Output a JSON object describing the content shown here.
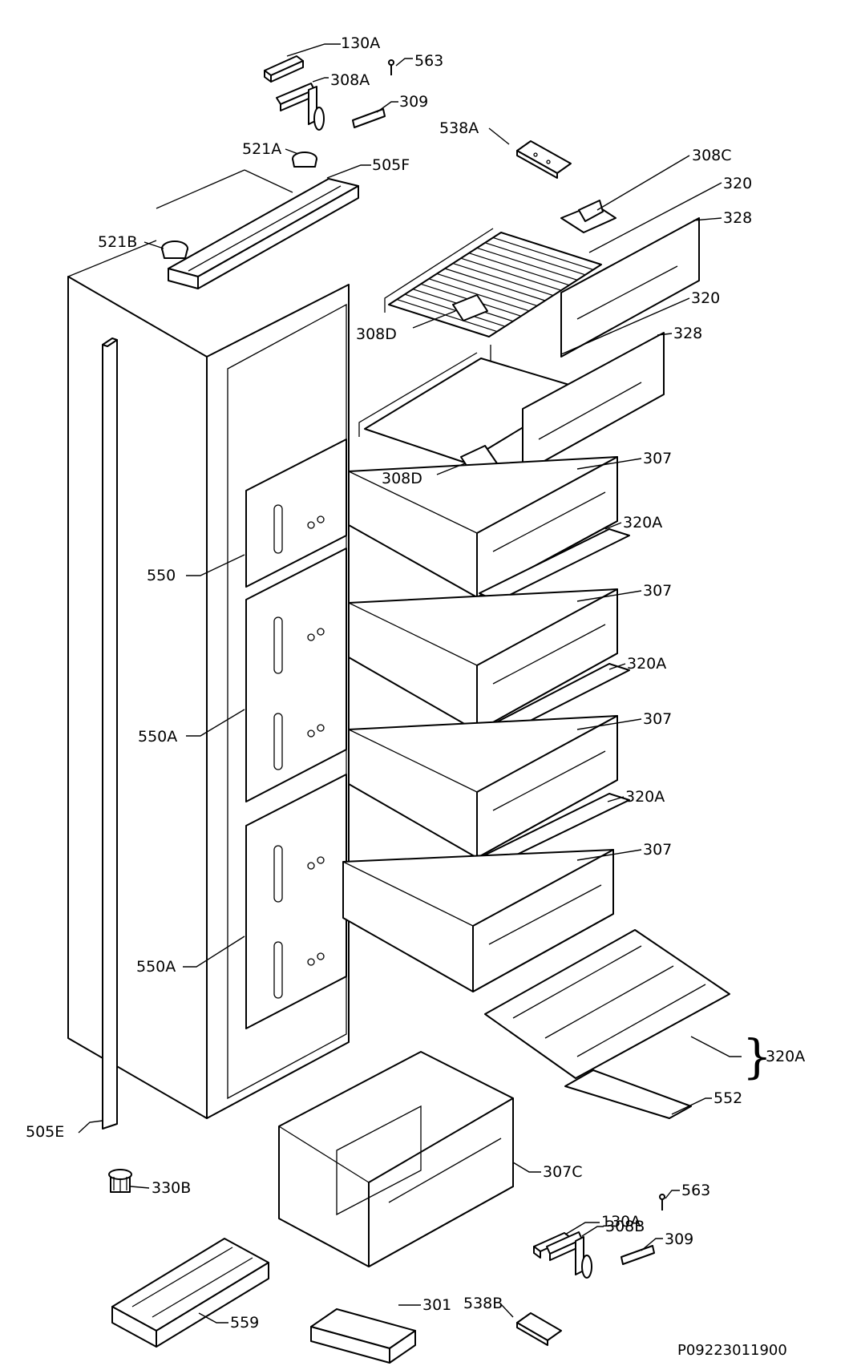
{
  "labels": {
    "l130A_top": "130A",
    "l563_top": "563",
    "l308A": "308A",
    "l309_top": "309",
    "l538A": "538A",
    "l521A": "521A",
    "l505F": "505F",
    "l308C": "308C",
    "l320_1": "320",
    "l328_1": "328",
    "l521B": "521B",
    "l320_2": "320",
    "l308D_1": "308D",
    "l328_2": "328",
    "l307_1": "307",
    "l308D_2": "308D",
    "l320A_1": "320A",
    "l550": "550",
    "l307_2": "307",
    "l320A_2": "320A",
    "l550A_1": "550A",
    "l307_3": "307",
    "l320A_3": "320A",
    "l307_4": "307",
    "l550A_2": "550A",
    "l320A_4": "320A",
    "l552": "552",
    "l505E": "505E",
    "l307C": "307C",
    "l130A_bot": "130A",
    "l563_bot": "563",
    "l330B": "330B",
    "l308B": "308B",
    "l309_bot": "309",
    "l559": "559",
    "l301": "301",
    "l538B": "538B"
  },
  "drawing_code": "P09223011900",
  "colors": {
    "ink": "#000000",
    "paper": "#ffffff"
  }
}
